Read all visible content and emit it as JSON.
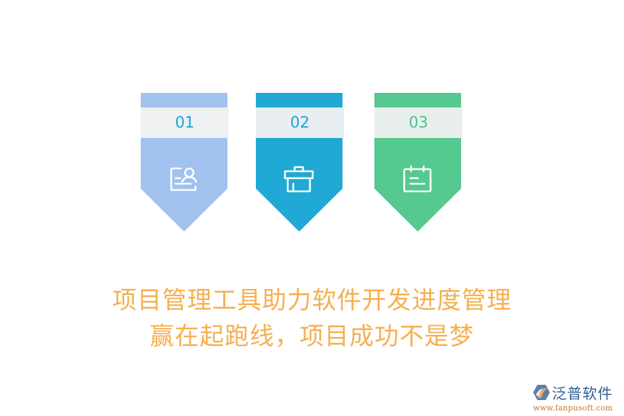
{
  "banners": [
    {
      "number": "01",
      "icon": "id-card-user-icon",
      "color": "#a1c1ef",
      "band_color": "#eef0f1",
      "number_color": "#1ea7d6"
    },
    {
      "number": "02",
      "icon": "gift-box-icon",
      "color": "#1fa9d4",
      "band_color": "#e8eef1",
      "number_color": "#1ea7d6"
    },
    {
      "number": "03",
      "icon": "calendar-icon",
      "color": "#55c98f",
      "band_color": "#e9efed",
      "number_color": "#4fc28a"
    }
  ],
  "headline": {
    "line1": "项目管理工具助力软件开发进度管理",
    "line2": "赢在起跑线，项目成功不是梦",
    "color": "#f5b04f"
  },
  "brand": {
    "name": "泛普软件",
    "url": "www.fanpusoft.com"
  }
}
